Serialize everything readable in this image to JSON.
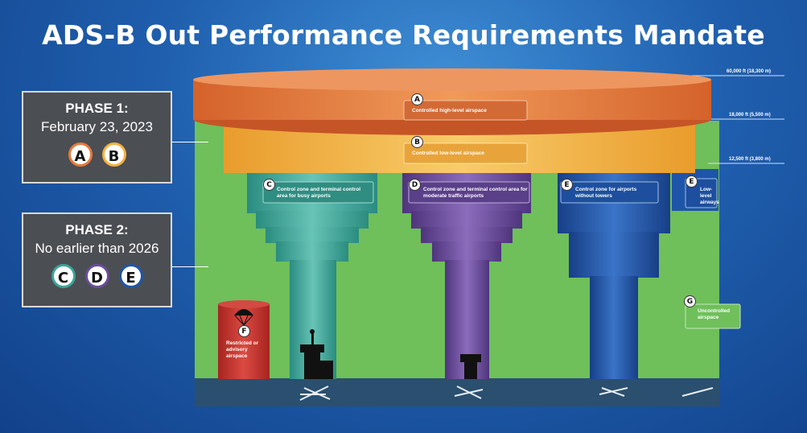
{
  "title": "ADS-B Out Performance Requirements Mandate",
  "phases": [
    {
      "title": "PHASE 1:",
      "date": "February 23, 2023",
      "badges": [
        "A",
        "B"
      ]
    },
    {
      "title": "PHASE 2:",
      "date": "No earlier than 2026",
      "badges": [
        "C",
        "D",
        "E"
      ]
    }
  ],
  "altitudes": [
    "60,000 ft (18,300 m)",
    "18,000 ft (5,500 m)",
    "12,500 ft (3,800 m)"
  ],
  "zones": {
    "A": {
      "letter": "A",
      "label": "Controlled high-level airspace"
    },
    "B": {
      "letter": "B",
      "label": "Controlled low-level airspace"
    },
    "C": {
      "letter": "C",
      "label": "Control zone and terminal control area for busy airports"
    },
    "D": {
      "letter": "D",
      "label": "Control zone and terminal control area for moderate traffic airports"
    },
    "E1": {
      "letter": "E",
      "label": "Control zone for airports without towers"
    },
    "E2": {
      "letter": "E",
      "label": "Low-level airways"
    },
    "F": {
      "letter": "F",
      "label": "Restricted or advisory airspace"
    },
    "G": {
      "letter": "G",
      "label": "Uncontrolled airspace"
    }
  },
  "colors": {
    "background": "#1f5fae",
    "ground": "#6fbf5b",
    "zone_a": "#e77a3c",
    "zone_b": "#f3b340",
    "zone_c": "#3ba598",
    "zone_d": "#6a4d9b",
    "zone_e": "#1f55a8",
    "zone_f": "#c7352f",
    "panel": "#4b4e53"
  },
  "icons": [
    "control-tower-icon",
    "parachute-icon",
    "runway-icon"
  ]
}
